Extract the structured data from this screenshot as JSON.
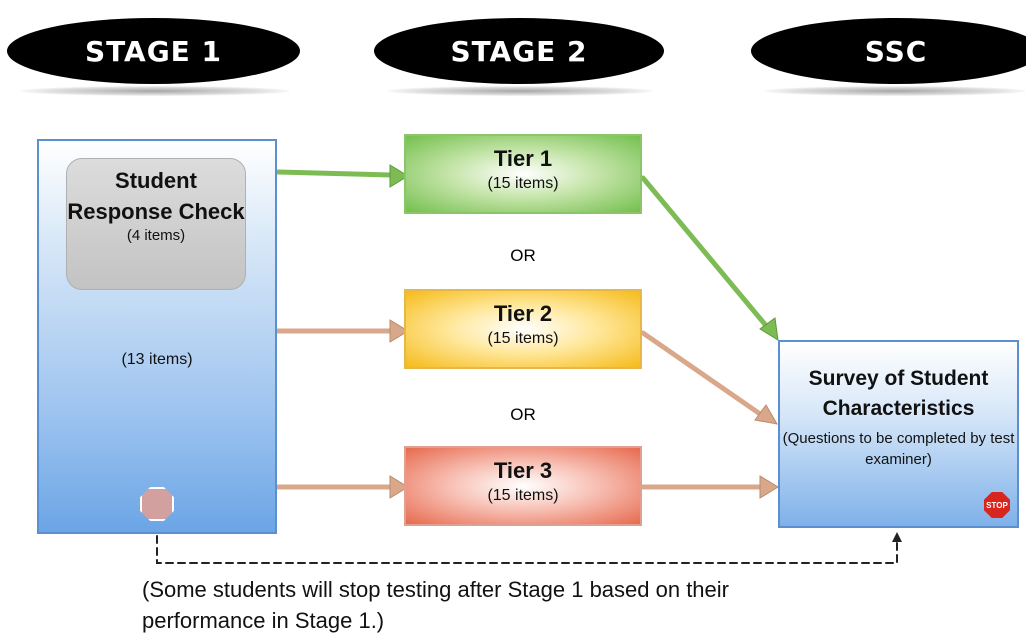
{
  "headers": {
    "stage1": "STAGE 1",
    "stage2": "STAGE 2",
    "ssc": "SSC"
  },
  "stage1_box": {
    "src_title": "Student Response Check",
    "src_items": "(4 items)",
    "items": "(13 items)"
  },
  "tiers": [
    {
      "title": "Tier 1",
      "items": "(15 items)"
    },
    {
      "title": "Tier 2",
      "items": "(15 items)"
    },
    {
      "title": "Tier 3",
      "items": "(15 items)"
    }
  ],
  "or_label": "OR",
  "ssc_box": {
    "title": "Survey of Student Characteristics",
    "note": "(Questions to be completed by test examiner)",
    "stop_label": "STOP"
  },
  "footnote": "(Some students will stop testing after Stage 1 based on their performance in Stage 1.)",
  "colors": {
    "tier1": "#74bf4e",
    "tier2": "#f5bb1a",
    "tier3": "#e76a4f",
    "stage_blue": "#6ba5e6",
    "arrow_green": "#7dbb55",
    "arrow_tan": "#d9a88a"
  }
}
